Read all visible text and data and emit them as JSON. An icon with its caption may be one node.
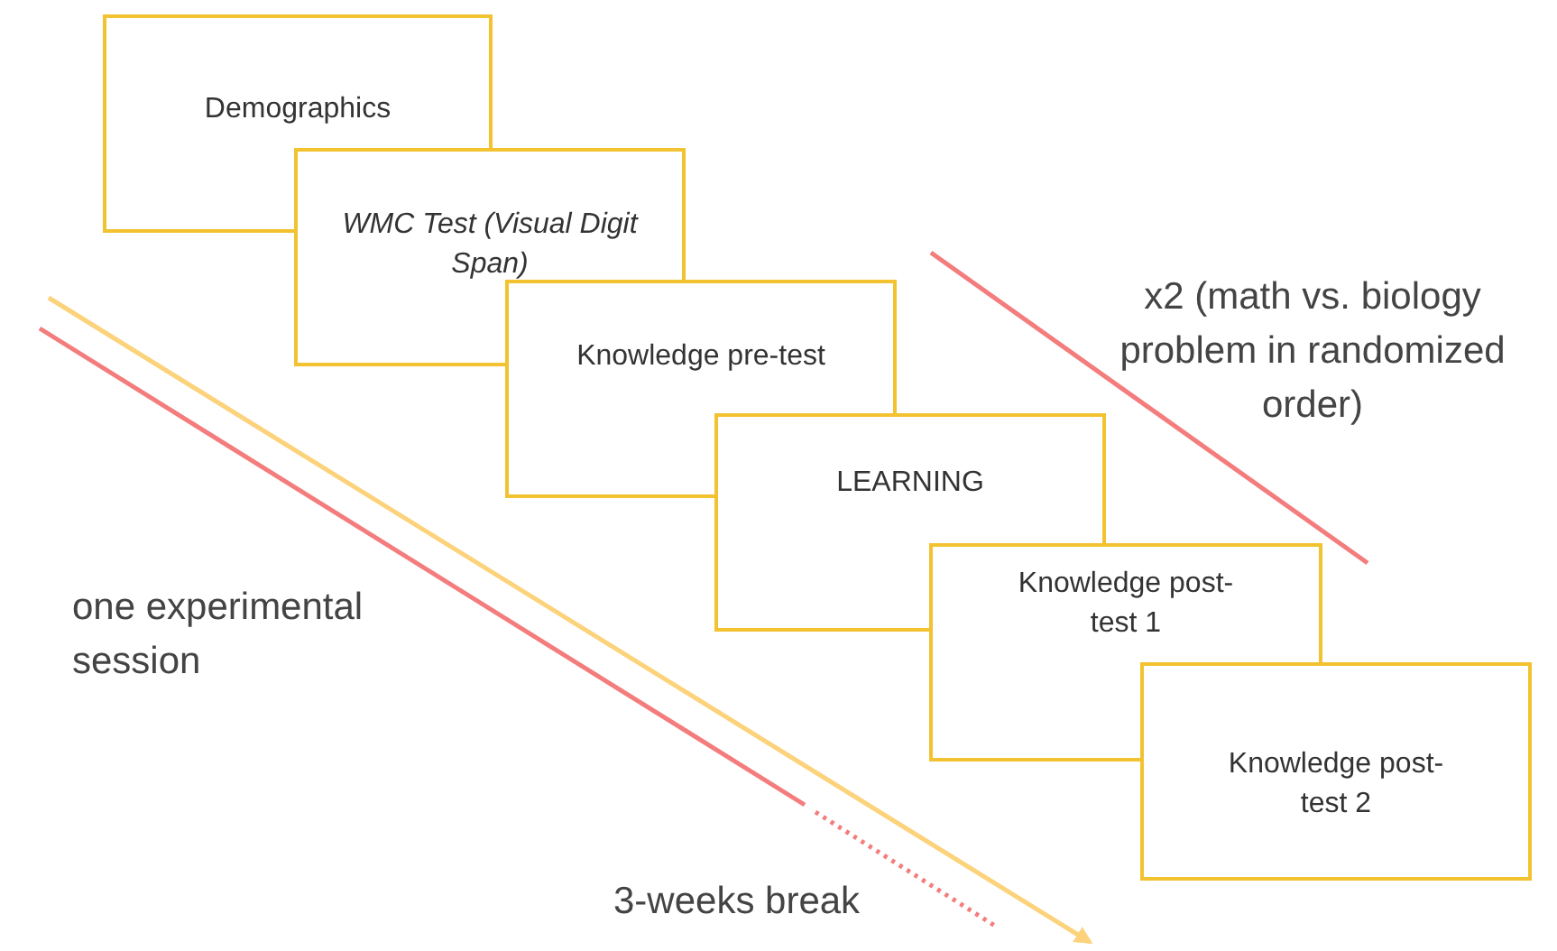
{
  "diagram": {
    "nodes": [
      {
        "text": [
          "Demographics"
        ]
      },
      {
        "text": [
          "WMC Test (Visual Digit Span)"
        ]
      },
      {
        "text": [
          "Knowledge pre-test"
        ]
      },
      {
        "text": [
          "LEARNING"
        ]
      },
      {
        "text": [
          "Knowledge post-test 1"
        ]
      },
      {
        "text": [
          "Knowledge post-test 2"
        ]
      }
    ],
    "labels": [
      "x2 (math vs. biology problem in randomized order)",
      "one experimental session",
      "3-weeks break"
    ]
  }
}
